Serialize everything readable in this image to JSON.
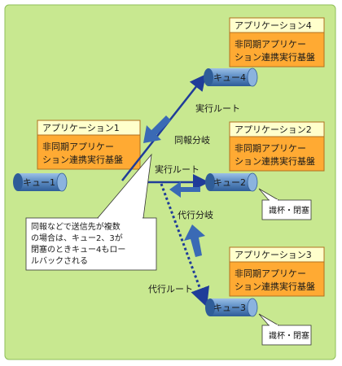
{
  "apps": {
    "app1": {
      "title": "アプリケーション1",
      "body_line1": "非同期アプリケー",
      "body_line2": "ション連携実行基盤"
    },
    "app2": {
      "title": "アプリケーション2",
      "body_line1": "非同期アプリケー",
      "body_line2": "ション連携実行基盤"
    },
    "app3": {
      "title": "アプリケーション3",
      "body_line1": "非同期アプリケー",
      "body_line2": "ション連携実行基盤"
    },
    "app4": {
      "title": "アプリケーション4",
      "body_line1": "非同期アプリケー",
      "body_line2": "ション連携実行基盤"
    }
  },
  "queues": {
    "q1": "キュー1",
    "q2": "キュー2",
    "q3": "キュー3",
    "q4": "キュー4"
  },
  "routes": {
    "exec_upper": "実行ルート",
    "exec_mid": "実行ルート",
    "broadcast_branch": "同報分岐",
    "alt_branch": "代行分岐",
    "alt_route": "代行ルート"
  },
  "callouts": {
    "note_line1": "同報などで送信先が複数",
    "note_line2": "の場合は、キュー2、3が",
    "note_line3": "閉塞のときキュー4もロー",
    "note_line4": "ルバックされる",
    "blocked_q2": "識杯・閉塞",
    "blocked_q3": "識杯・閉塞"
  },
  "colors": {
    "background": "#c8e890",
    "app_header": "#ffffcc",
    "app_body": "#ffaa33",
    "queue": "#6f9ccd",
    "route_line": "#1f3c99",
    "hint_arrow": "#3a6ab5"
  }
}
